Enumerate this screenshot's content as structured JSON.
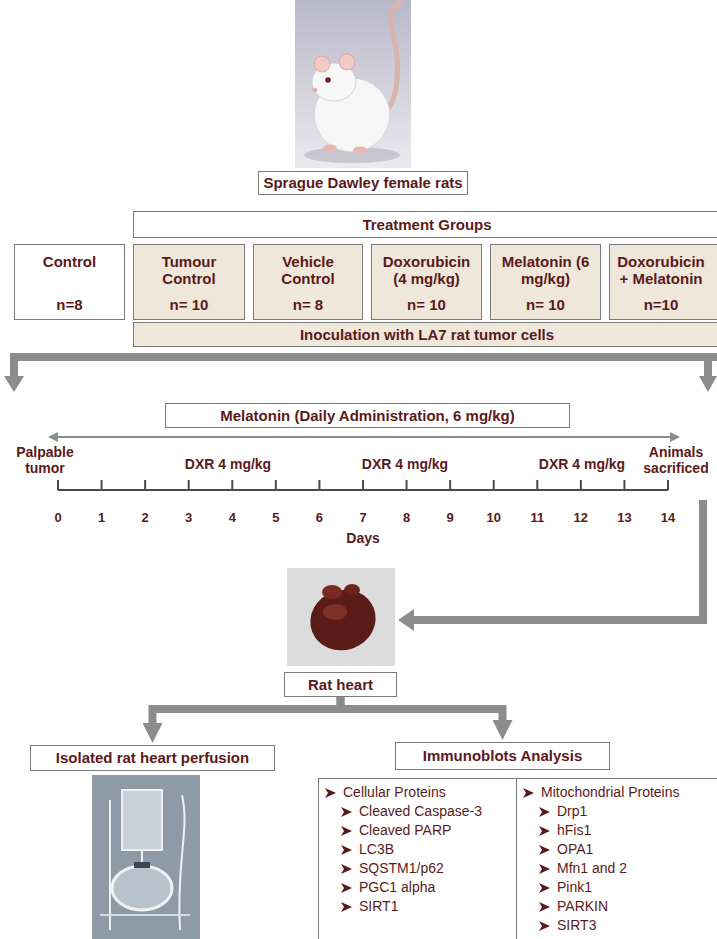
{
  "diagram": {
    "nodes": [
      {
        "text": [
          "Sprague Dawley female rats"
        ]
      },
      {
        "text": [
          "Treatment Groups"
        ]
      },
      {
        "text": [
          "Control",
          "n=8"
        ]
      },
      {
        "text": [
          "Tumour Control",
          "n= 10"
        ]
      },
      {
        "text": [
          "Vehicle Control",
          "n= 8"
        ]
      },
      {
        "text": [
          "Doxorubicin (4 mg/kg)",
          "n= 10"
        ]
      },
      {
        "text": [
          "Melatonin (6 mg/kg)",
          "n= 10"
        ]
      },
      {
        "text": [
          "Doxorubicin + Melatonin",
          "n=10"
        ]
      },
      {
        "text": [
          "Inoculation with LA7 rat tumor cells"
        ]
      },
      {
        "text": [
          "Melatonin (Daily Administration, 6 mg/kg)"
        ]
      },
      {
        "text": [
          "Rat heart"
        ]
      },
      {
        "text": [
          "Isolated rat heart perfusion"
        ]
      },
      {
        "text": [
          "Immunoblots Analysis"
        ]
      },
      {
        "text": [
          "Cellular Proteins",
          "Cleaved Caspase-3",
          "Cleaved PARP",
          "LC3B",
          "SQSTM1/p62",
          "PGC1 alpha",
          "SIRT1"
        ]
      },
      {
        "text": [
          "Mitochondrial Proteins",
          "Drp1",
          "hFis1",
          "OPA1",
          "Mfn1 and 2",
          "Pink1",
          "PARKIN",
          "SIRT3"
        ]
      }
    ],
    "edges": [
      {
        "from": 10,
        "to": 11,
        "arrow": "to"
      },
      {
        "from": 10,
        "to": 12,
        "arrow": "to"
      }
    ],
    "labels": [
      "Palpable tumor",
      "DXR 4 mg/kg",
      "DXR 4 mg/kg",
      "DXR 4 mg/kg",
      "Animals sacrificed",
      "0",
      "1",
      "2",
      "3",
      "4",
      "5",
      "6",
      "7",
      "8",
      "9",
      "10",
      "11",
      "12",
      "13",
      "14",
      "Days"
    ]
  }
}
